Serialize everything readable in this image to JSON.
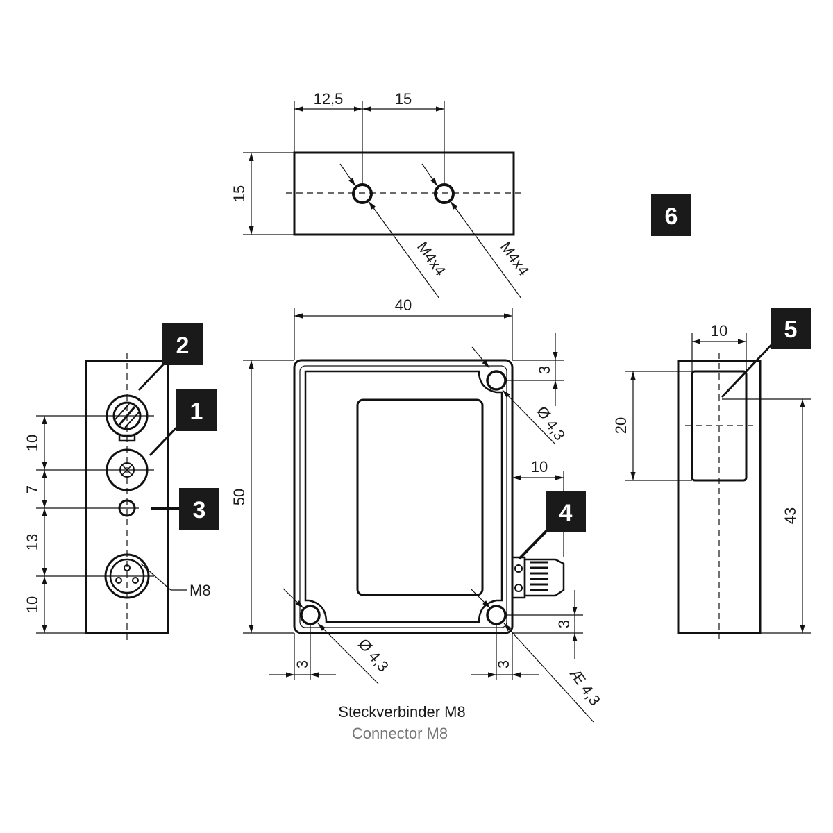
{
  "badges": {
    "b1": "1",
    "b2": "2",
    "b3": "3",
    "b4": "4",
    "b5": "5",
    "b6": "6"
  },
  "dims": {
    "top_12_5": "12,5",
    "top_15_w": "15",
    "top_15_h": "15",
    "thread_1": "M4x4",
    "thread_2": "M4x4",
    "front_40": "40",
    "front_50": "50",
    "front_3_tr": "3",
    "front_3_br": "3",
    "front_3_bl": "3",
    "front_3_bm": "3",
    "front_10": "10",
    "hole_tr": "Ø 4,3",
    "hole_bl": "Ø 4,3",
    "hole_br": "Æ 4,3",
    "left_10a": "10",
    "left_7": "7",
    "left_13": "13",
    "left_10b": "10",
    "left_m8": "M8",
    "right_10": "10",
    "right_20": "20",
    "right_43": "43"
  },
  "caption": {
    "de": "Steckverbinder M8",
    "en": "Connector M8"
  },
  "colors": {
    "line": "#111111",
    "badge": "#1a1a1a",
    "caption_secondary": "#777777"
  }
}
